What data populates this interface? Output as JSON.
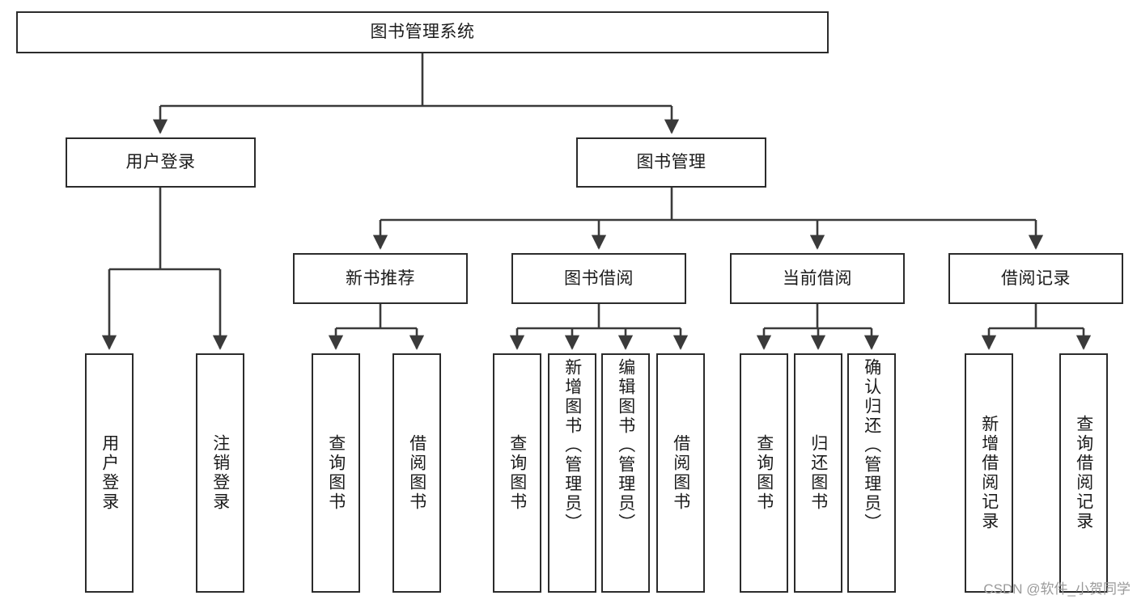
{
  "diagram": {
    "type": "tree",
    "title": "图书管理系统",
    "watermark": "CSDN @软件_小贺同学",
    "colors": {
      "box_border": "#2b2b2b",
      "box_fill": "#ffffff",
      "connector": "#3a3a3a",
      "text": "#1b1b1b",
      "watermark": "#9a9a9a",
      "background": "#ffffff"
    },
    "nodes": {
      "root": {
        "label": "图书管理系统",
        "level": 0
      },
      "l1": [
        {
          "id": "user-login",
          "label": "用户登录",
          "level": 1
        },
        {
          "id": "book-manage",
          "label": "图书管理",
          "level": 1
        }
      ],
      "l2": [
        {
          "id": "new-book-recommend",
          "label": "新书推荐",
          "level": 2,
          "parent": "book-manage"
        },
        {
          "id": "book-borrow",
          "label": "图书借阅",
          "level": 2,
          "parent": "book-manage"
        },
        {
          "id": "current-borrow",
          "label": "当前借阅",
          "level": 2,
          "parent": "book-manage"
        },
        {
          "id": "borrow-record",
          "label": "借阅记录",
          "level": 2,
          "parent": "book-manage"
        }
      ],
      "leaves": [
        {
          "id": "leaf-user-login",
          "label": "用户登录",
          "parent": "user-login"
        },
        {
          "id": "leaf-user-logout",
          "label": "注销登录",
          "parent": "user-login"
        },
        {
          "id": "leaf-query-book-1",
          "label": "查询图书",
          "parent": "new-book-recommend"
        },
        {
          "id": "leaf-borrow-book-1",
          "label": "借阅图书",
          "parent": "new-book-recommend"
        },
        {
          "id": "leaf-query-book-2",
          "label": "查询图书",
          "parent": "book-borrow"
        },
        {
          "id": "leaf-add-book",
          "label": "新增图书（管理员）",
          "parent": "book-borrow"
        },
        {
          "id": "leaf-edit-book",
          "label": "编辑图书（管理员）",
          "parent": "book-borrow"
        },
        {
          "id": "leaf-borrow-book-2",
          "label": "借阅图书",
          "parent": "book-borrow"
        },
        {
          "id": "leaf-query-book-3",
          "label": "查询图书",
          "parent": "current-borrow"
        },
        {
          "id": "leaf-return-book",
          "label": "归还图书",
          "parent": "current-borrow"
        },
        {
          "id": "leaf-confirm-return",
          "label": "确认归还（管理员）",
          "parent": "current-borrow"
        },
        {
          "id": "leaf-add-record",
          "label": "新增借阅记录",
          "parent": "borrow-record"
        },
        {
          "id": "leaf-query-record",
          "label": "查询借阅记录",
          "parent": "borrow-record"
        }
      ]
    }
  }
}
